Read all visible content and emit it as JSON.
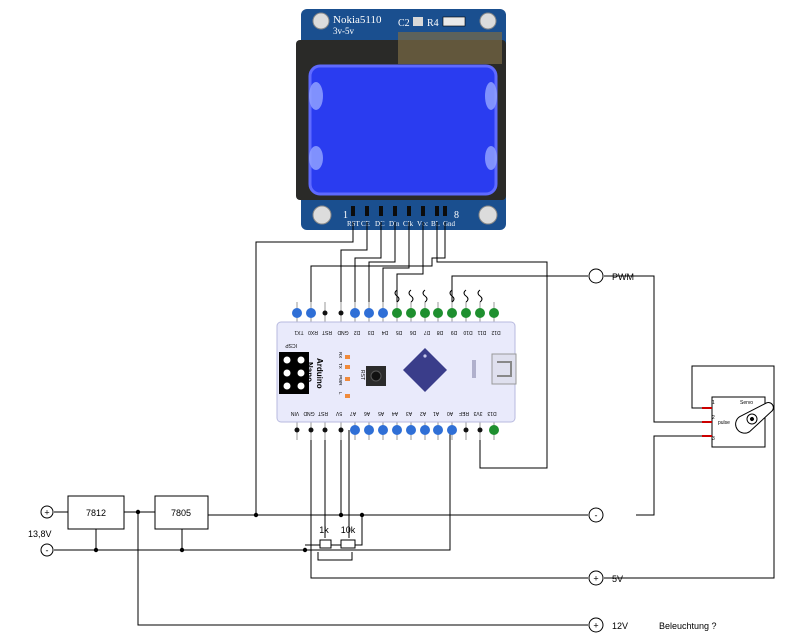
{
  "lcd": {
    "name": "Nokia5110",
    "voltage": "3v-5v",
    "c2": "C2",
    "r4": "R4",
    "left_num": "1",
    "right_num": "8",
    "pins": [
      "RST",
      "CE",
      "DC",
      "Din",
      "Clk",
      "Vcc",
      "BL",
      "Gnd"
    ]
  },
  "arduino": {
    "title": "Arduino",
    "subtitle": "Nano",
    "top_pins": [
      "TX1",
      "RX0",
      "RST",
      "GND",
      "D2",
      "D3",
      "D4",
      "D5",
      "D6",
      "D7",
      "D8",
      "D9",
      "D10",
      "D11",
      "D12"
    ],
    "bottom_pins": [
      "VIN",
      "GND",
      "RST",
      "5V",
      "A7",
      "A6",
      "A5",
      "A4",
      "A3",
      "A2",
      "A1",
      "A0",
      "REF",
      "3V3",
      "D13"
    ],
    "led_labels": [
      "RX",
      "TX",
      "PWR",
      "L"
    ],
    "reset_label": "RST",
    "icsp_label": "ICSP"
  },
  "regulators": {
    "r1": "7812",
    "r2": "7805"
  },
  "pots": {
    "p1": "1k",
    "p2": "10k"
  },
  "terminals": {
    "input_plus": "+",
    "input_minus": "-",
    "input_voltage": "13,8V",
    "pwm_symbol": "",
    "pwm_label": "PWM",
    "gnd_symbol": "-",
    "v5_symbol": "+",
    "v5_label": "5V",
    "v12_symbol": "+",
    "v12_label": "12V",
    "lighting_note": "Beleuchtung ?"
  },
  "servo": {
    "title": "Servo",
    "pulse_label": "pulse",
    "pin_numbers": [
      "1",
      "2",
      "3"
    ]
  },
  "colors": {
    "lcd_pcb": "#1a4f8f",
    "lcd_screen": "#2a3cf0",
    "lcd_frame": "#2a2a28",
    "arduino_board": "#e9eafb",
    "chip": "#3a3d8a",
    "header_blue": "#2f6fd6",
    "header_green": "#1e8f2f",
    "header_black": "#111111"
  }
}
